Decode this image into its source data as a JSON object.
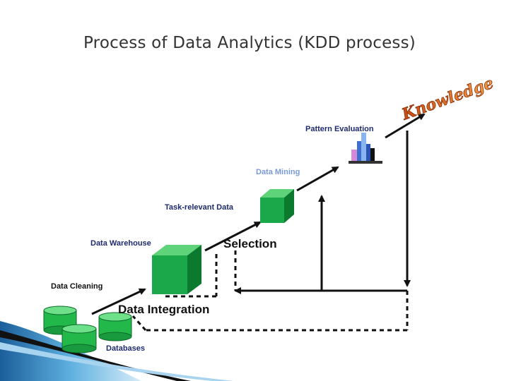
{
  "slide": {
    "title": "Process of Data Analytics (KDD process)"
  },
  "diagram": {
    "knowledge": "Knowledge",
    "pattern_evaluation": "Pattern Evaluation",
    "data_mining": "Data Mining",
    "task_relevant_data": "Task-relevant Data",
    "selection": "Selection",
    "data_warehouse": "Data Warehouse",
    "data_cleaning": "Data Cleaning",
    "data_integration": "Data Integration",
    "databases": "Databases"
  },
  "colors": {
    "cube_green": "#1aa84a",
    "cylinder_green": "#22b84a",
    "label_navy": "#1e2a6e",
    "label_light_blue": "#7a9ad6",
    "knowledge_orange": "#e8731c",
    "arrow_black": "#111111",
    "ribbon_blue": "#2d7fc0"
  }
}
